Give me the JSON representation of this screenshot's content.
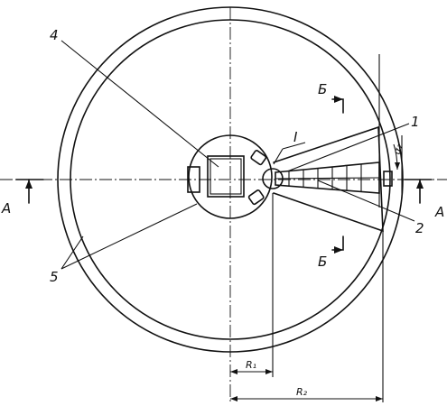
{
  "labels": {
    "part_1": "1",
    "part_2": "2",
    "part_4": "4",
    "part_5": "5",
    "detail_I": "I",
    "section_a_left": "А",
    "section_a_right": "А",
    "section_b_top": "Б",
    "section_b_bottom": "Б",
    "radius_r1": "R₁",
    "radius_r2": "R₂",
    "angle_a2": "α₂"
  }
}
